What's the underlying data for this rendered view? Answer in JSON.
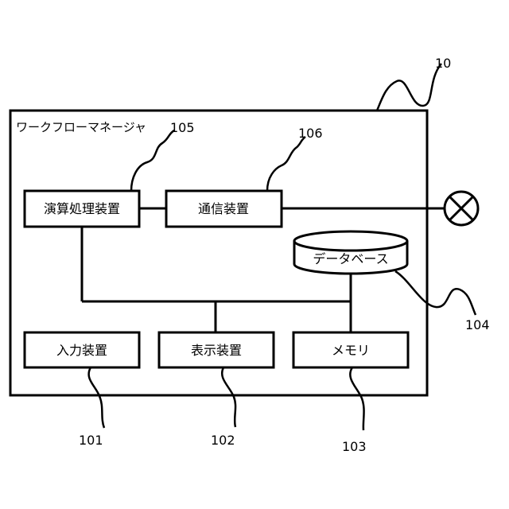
{
  "diagram": {
    "system_ref": "10",
    "title": "ワークフローマネージャ",
    "components": {
      "arithmetic": {
        "label": "演算処理装置",
        "ref": "105"
      },
      "communication": {
        "label": "通信装置",
        "ref": "106"
      },
      "database": {
        "label": "データベース",
        "ref": "104"
      },
      "input": {
        "label": "入力装置",
        "ref": "101"
      },
      "display": {
        "label": "表示装置",
        "ref": "102"
      },
      "memory": {
        "label": "メモリ",
        "ref": "103"
      }
    },
    "network_symbol": "crossed-circle-icon"
  }
}
